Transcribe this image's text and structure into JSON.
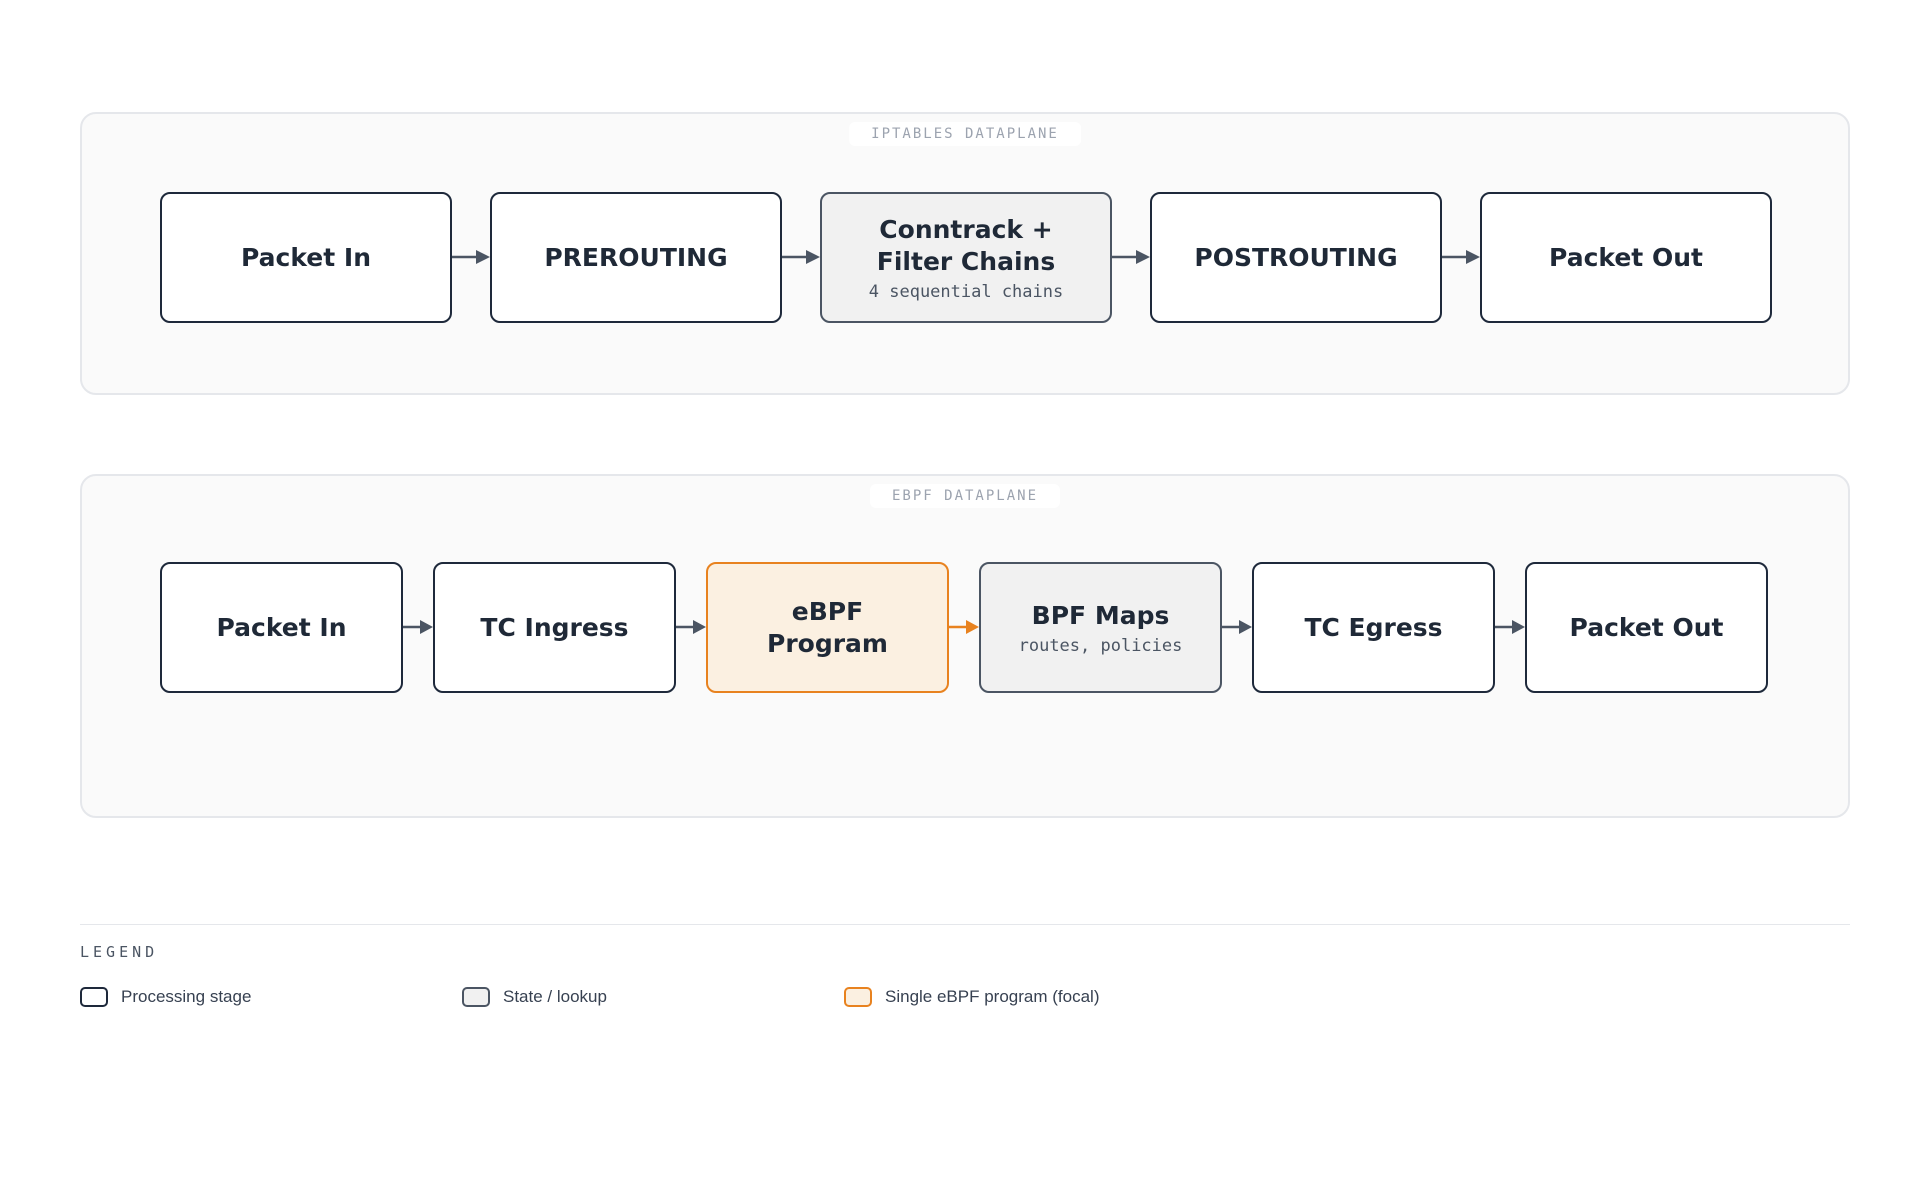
{
  "colors": {
    "stage_border": "#1e293b",
    "state_fill": "#f1f1f1",
    "state_border": "#4b5563",
    "focal_fill": "#fbf0e1",
    "focal_border": "#e8821f",
    "arrow": "#4b5563",
    "focal_arrow": "#e8821f",
    "panel_fill": "#fafafa"
  },
  "iptables": {
    "title": "IPTABLES DATAPLANE",
    "stages": [
      {
        "label": "Packet In",
        "kind": "stage"
      },
      {
        "label": "PREROUTING",
        "kind": "stage"
      },
      {
        "label": "Conntrack +\nFilter Chains",
        "sub": "4 sequential chains",
        "kind": "state"
      },
      {
        "label": "POSTROUTING",
        "kind": "stage"
      },
      {
        "label": "Packet Out",
        "kind": "stage"
      }
    ]
  },
  "ebpf": {
    "title": "EBPF DATAPLANE",
    "stages": [
      {
        "label": "Packet In",
        "kind": "stage"
      },
      {
        "label": "TC Ingress",
        "kind": "stage"
      },
      {
        "label": "eBPF\nProgram",
        "kind": "focal"
      },
      {
        "label": "BPF Maps",
        "sub": "routes, policies",
        "kind": "state"
      },
      {
        "label": "TC Egress",
        "kind": "stage"
      },
      {
        "label": "Packet Out",
        "kind": "stage"
      }
    ]
  },
  "legend": {
    "title": "LEGEND",
    "items": [
      {
        "label": "Processing stage",
        "kind": "stage"
      },
      {
        "label": "State / lookup",
        "kind": "state"
      },
      {
        "label": "Single eBPF program (focal)",
        "kind": "focal"
      }
    ]
  }
}
